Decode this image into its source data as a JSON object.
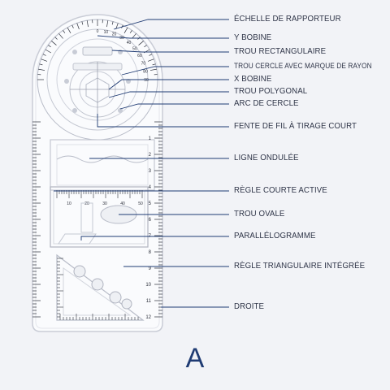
{
  "colors": {
    "background": "#f2f3f7",
    "leader_line": "#1f3b73",
    "label_text": "#2f3548",
    "ruler_body": "#fafbfd",
    "ruler_edge": "#c9ccd6",
    "ruler_marks": "#2b2f3a",
    "letter": "#1f3b73"
  },
  "callouts": [
    {
      "id": "protractor-scale",
      "label": "ÉCHELLE DE RAPPORTEUR"
    },
    {
      "id": "y-bobbin",
      "label": "Y BOBINE"
    },
    {
      "id": "rectangular-hole",
      "label": "TROU RECTANGULAIRE"
    },
    {
      "id": "circle-hole-radius",
      "label": "TROU CERCLE AVEC MARQUE DE RAYON"
    },
    {
      "id": "x-bobbin",
      "label": "X BOBINE"
    },
    {
      "id": "polygonal-hole",
      "label": "TROU POLYGONAL"
    },
    {
      "id": "circle-arc",
      "label": "ARC DE CERCLE"
    },
    {
      "id": "short-pull-wire-slot",
      "label": "FENTE DE FIL À TIRAGE COURT"
    },
    {
      "id": "wavy-line",
      "label": "LIGNE ONDULÉE"
    },
    {
      "id": "active-short-ruler",
      "label": "RÈGLE COURTE ACTIVE"
    },
    {
      "id": "oval-hole",
      "label": "TROU OVALE"
    },
    {
      "id": "parallelogram",
      "label": "PARALLÉLOGRAMME"
    },
    {
      "id": "integrated-triangle-ruler",
      "label": "RÈGLE TRIANGULAIRE INTÉGRÉE"
    },
    {
      "id": "straight-edge",
      "label": "DROITE"
    }
  ],
  "ruler_numbers": [
    "1",
    "2",
    "3",
    "4",
    "5",
    "6",
    "7",
    "8",
    "9",
    "10",
    "11",
    "12"
  ],
  "protractor_numbers": [
    "0",
    "10",
    "20",
    "30",
    "40",
    "50",
    "60",
    "70",
    "80",
    "90"
  ],
  "short_ruler_numbers": [
    "10",
    "20",
    "30",
    "40",
    "50"
  ],
  "variant_letter": "A"
}
